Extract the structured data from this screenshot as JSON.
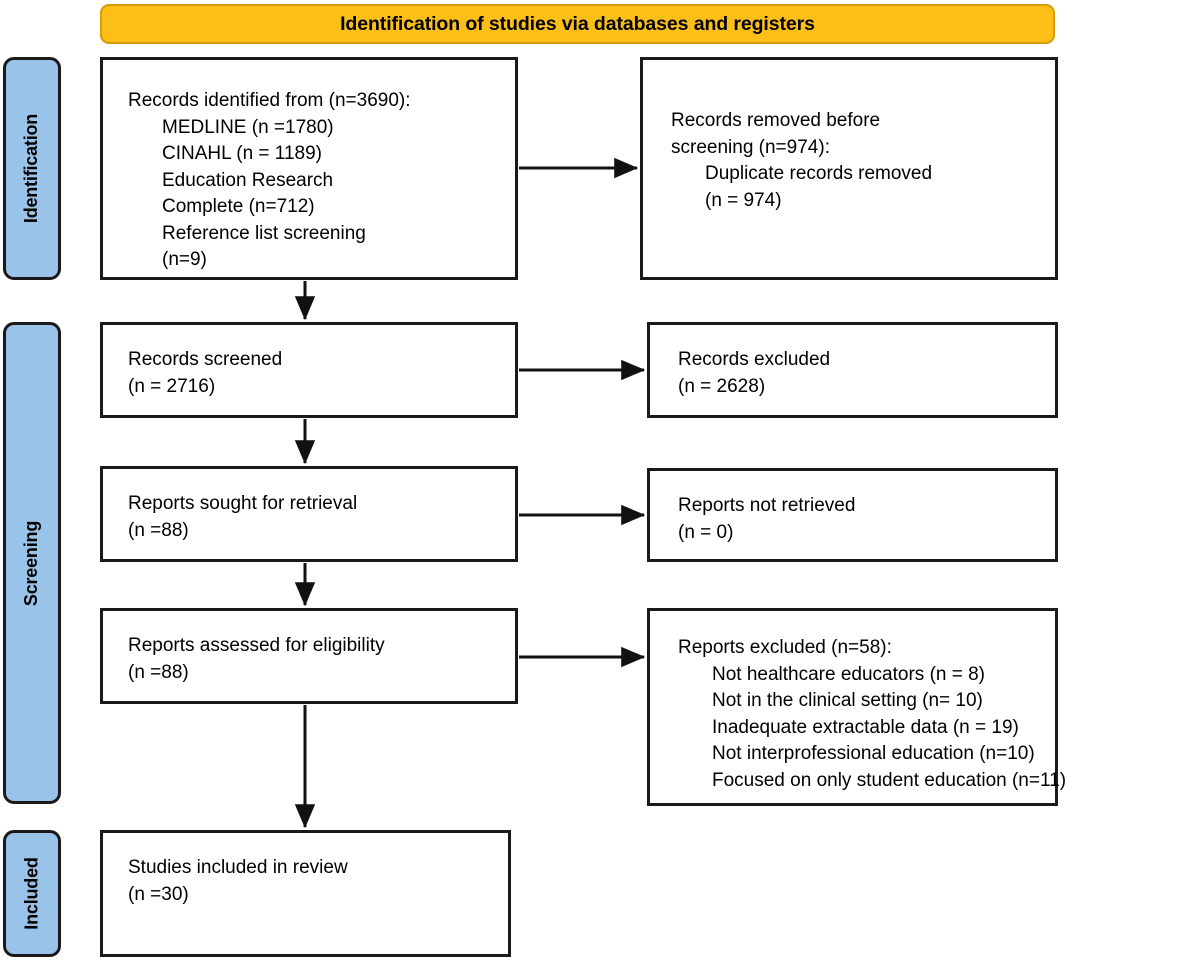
{
  "diagram": {
    "type": "PRISMA flow diagram",
    "banner": {
      "title": "Identification of studies via databases and registers",
      "color": "#fcbf17"
    },
    "stage_labels": [
      {
        "id": "identification",
        "label": "Identification",
        "color": "#9ac3ea"
      },
      {
        "id": "screening",
        "label": "Screening",
        "color": "#9ac3ea"
      },
      {
        "id": "included",
        "label": "Included",
        "color": "#9ac3ea"
      }
    ],
    "boxes": {
      "identified": {
        "lines": [
          "Records identified from (n=3690):",
          "MEDLINE (n =1780)",
          "CINAHL (n = 1189)",
          "Education Research",
          "Complete (n=712)",
          "Reference list screening",
          "(n=9)"
        ]
      },
      "removed": {
        "lines": [
          "Records removed ",
          "before",
          "screening (n=974)",
          ":",
          "Duplicate records removed",
          "(n = 974)"
        ]
      },
      "screened": {
        "lines": [
          "Records screened",
          "(n = 2716)"
        ]
      },
      "excluded": {
        "lines": [
          "Records excluded",
          "(n = 2628)"
        ]
      },
      "sought": {
        "lines": [
          "Reports sought for retrieval",
          "(n =88)"
        ]
      },
      "not_retrieved": {
        "lines": [
          "Reports not retrieved",
          "(n = 0)"
        ]
      },
      "assessed": {
        "lines": [
          "Reports assessed for eligibility",
          "(n =88)"
        ]
      },
      "reports_excluded": {
        "lines": [
          "Reports excluded (n=58):",
          "Not healthcare educators (n = 8)",
          "Not in the clinical setting (n= 10)",
          "Inadequate extractable data (n = 19)",
          "Not interprofessional education (n=10)",
          "Focused on only student education (n=11)"
        ]
      },
      "included": {
        "lines": [
          "Studies included in review",
          "(n =30)"
        ]
      }
    }
  },
  "chart_data": {
    "type": "diagram",
    "title": "Identification of studies via databases and registers",
    "nodes": [
      {
        "id": "identified",
        "stage": "Identification",
        "label": "Records identified from",
        "n": 3690,
        "sources": [
          {
            "name": "MEDLINE",
            "n": 1780
          },
          {
            "name": "CINAHL",
            "n": 1189
          },
          {
            "name": "Education Research Complete",
            "n": 712
          },
          {
            "name": "Reference list screening",
            "n": 9
          }
        ]
      },
      {
        "id": "removed",
        "stage": "Identification",
        "label": "Records removed before screening",
        "n": 974,
        "reasons": [
          {
            "name": "Duplicate records removed",
            "n": 974
          }
        ]
      },
      {
        "id": "screened",
        "stage": "Screening",
        "label": "Records screened",
        "n": 2716
      },
      {
        "id": "excluded",
        "stage": "Screening",
        "label": "Records excluded",
        "n": 2628
      },
      {
        "id": "sought",
        "stage": "Screening",
        "label": "Reports sought for retrieval",
        "n": 88
      },
      {
        "id": "not_retrieved",
        "stage": "Screening",
        "label": "Reports not retrieved",
        "n": 0
      },
      {
        "id": "assessed",
        "stage": "Screening",
        "label": "Reports assessed for eligibility",
        "n": 88
      },
      {
        "id": "reports_excluded",
        "stage": "Screening",
        "label": "Reports excluded",
        "n": 58,
        "reasons": [
          {
            "name": "Not healthcare educators",
            "n": 8
          },
          {
            "name": "Not in the clinical setting",
            "n": 10
          },
          {
            "name": "Inadequate extractable data",
            "n": 19
          },
          {
            "name": "Not interprofessional education",
            "n": 10
          },
          {
            "name": "Focused on only student education",
            "n": 11
          }
        ]
      },
      {
        "id": "included",
        "stage": "Included",
        "label": "Studies included in review",
        "n": 30
      }
    ],
    "edges": [
      {
        "from": "identified",
        "to": "removed",
        "direction": "right"
      },
      {
        "from": "identified",
        "to": "screened",
        "direction": "down"
      },
      {
        "from": "screened",
        "to": "excluded",
        "direction": "right"
      },
      {
        "from": "screened",
        "to": "sought",
        "direction": "down"
      },
      {
        "from": "sought",
        "to": "not_retrieved",
        "direction": "right"
      },
      {
        "from": "sought",
        "to": "assessed",
        "direction": "down"
      },
      {
        "from": "assessed",
        "to": "reports_excluded",
        "direction": "right"
      },
      {
        "from": "assessed",
        "to": "included",
        "direction": "down"
      }
    ]
  }
}
